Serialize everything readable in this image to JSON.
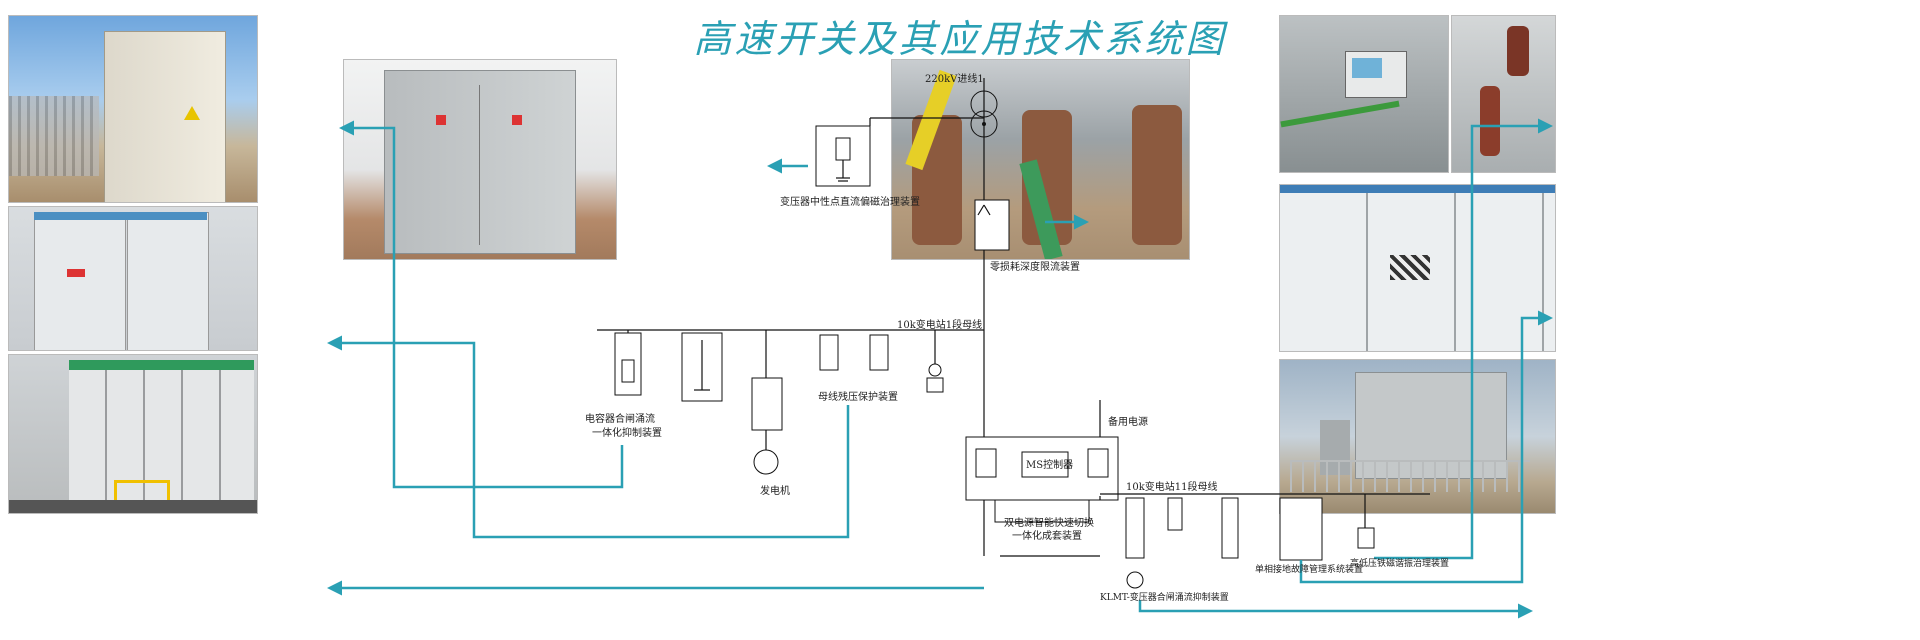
{
  "title": "高速开关及其应用技术系统图",
  "labels": {
    "line_220kv": "220kV进线1",
    "bias_device": "变压器中性点直流偏磁治理装置",
    "fault_limiter": "零损耗深度限流装置",
    "bus1": "10k变电站1段母线",
    "cap_inrush_1": "电容器合闸涌流",
    "cap_inrush_2": "一体化抑制装置",
    "bus_overvolt": "母线残压保护装置",
    "generator": "发电机",
    "backup_power": "备用电源",
    "ms_controller": "MS控制器",
    "dual_power_1": "双电源智能快速切换",
    "dual_power_2": "一体化成套装置",
    "bus2": "10k变电站11段母线",
    "kmt": "KLMT-变压器合闸涌流抑制装置",
    "single_phase": "单相接地故障管理系统装置",
    "ferro_resonance": "高低压铁磁谐振治理装置"
  },
  "colors": {
    "accent": "#2aa0b4"
  }
}
